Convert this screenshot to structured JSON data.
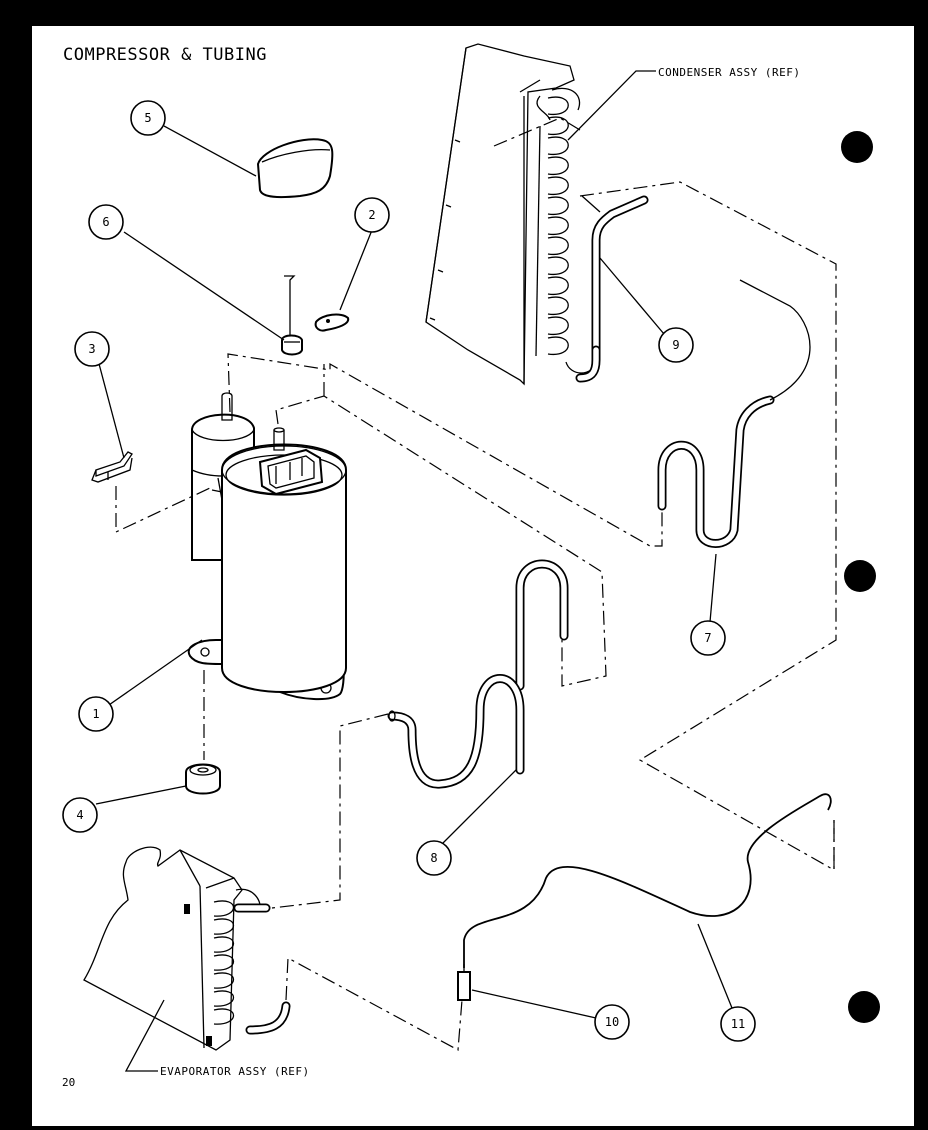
{
  "diagram": {
    "title": "COMPRESSOR & TUBING",
    "labels": {
      "condenser": "CONDENSER ASSY (REF)",
      "evaporator": "EVAPORATOR ASSY (REF)"
    },
    "page_number": "20",
    "callouts": [
      "1",
      "2",
      "3",
      "4",
      "5",
      "6",
      "7",
      "8",
      "9",
      "10",
      "11"
    ]
  }
}
